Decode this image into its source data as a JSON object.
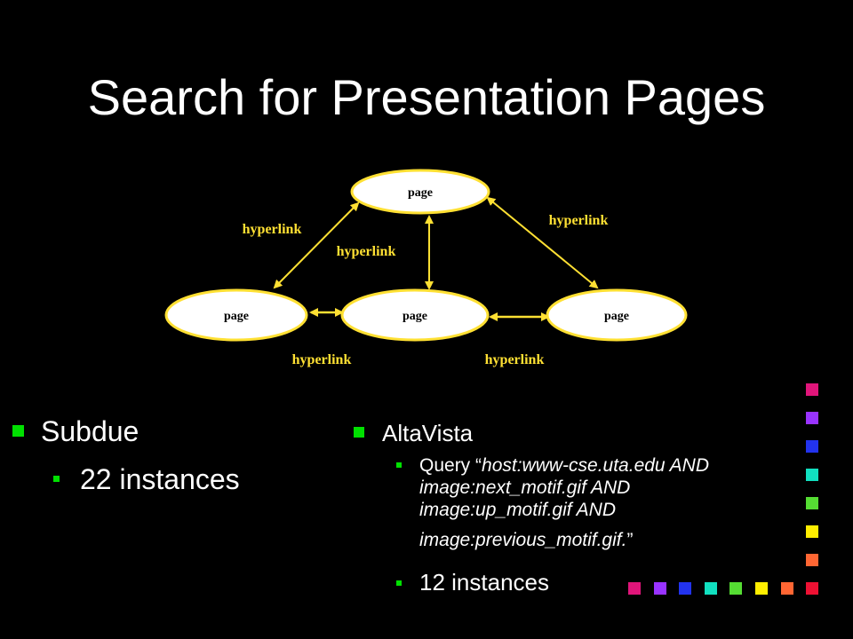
{
  "title": "Search for Presentation Pages",
  "diagram": {
    "nodes": [
      {
        "id": "top",
        "label": "page"
      },
      {
        "id": "left",
        "label": "page"
      },
      {
        "id": "middle",
        "label": "page"
      },
      {
        "id": "right",
        "label": "page"
      }
    ],
    "edges": [
      {
        "from": "top",
        "to": "left",
        "label": "hyperlink"
      },
      {
        "from": "top",
        "to": "right",
        "label": "hyperlink"
      },
      {
        "from": "top",
        "to": "middle",
        "label": "hyperlink"
      },
      {
        "from": "left",
        "to": "middle",
        "label": "hyperlink"
      },
      {
        "from": "middle",
        "to": "right",
        "label": "hyperlink"
      }
    ],
    "colors": {
      "node_fill": "#ffffff",
      "node_stroke": "#ffe033",
      "edge": "#ffe033",
      "label": "#ffe033"
    }
  },
  "left_column": {
    "heading": "Subdue",
    "item": "22 instances"
  },
  "right_column": {
    "heading": "AltaVista",
    "query_prefix": "Query “",
    "query_line1": "host:www-cse.uta.edu AND",
    "query_line2": "image:next_motif.gif AND",
    "query_line3": "image:up_motif.gif AND",
    "query_line4": "image:previous_motif.gif.",
    "query_suffix": "”",
    "item": "12 instances"
  },
  "decoration_colors": [
    "#e0157a",
    "#9933ff",
    "#2233ee",
    "#11e0c0",
    "#55dd33",
    "#ffee00",
    "#ff6633",
    "#ee1133"
  ],
  "bullet_color": "#00e000"
}
